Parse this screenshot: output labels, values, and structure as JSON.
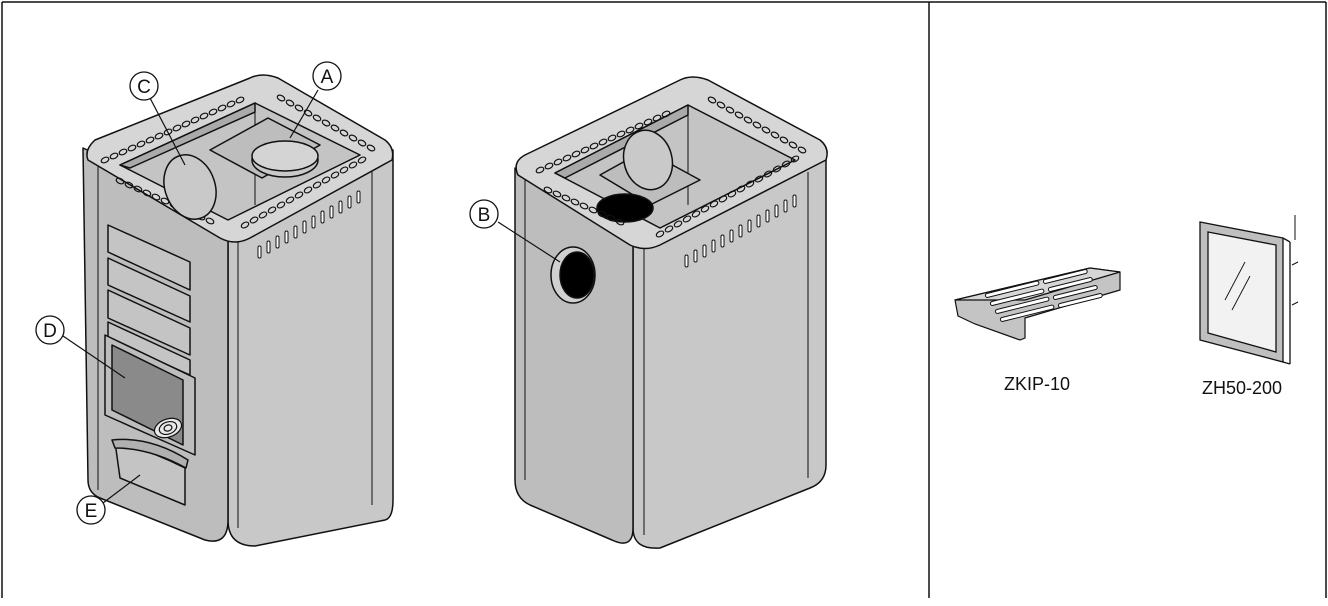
{
  "callouts": {
    "a": "A",
    "b": "B",
    "c": "C",
    "d": "D",
    "e": "E"
  },
  "products": {
    "grate": "ZKIP-10",
    "door": "ZH50-200"
  },
  "colors": {
    "body": "#c8c8c8",
    "body_shadow": "#b5b5b5",
    "top_deck": "#d9d9d9",
    "line": "#111111",
    "dark": "#000000"
  }
}
